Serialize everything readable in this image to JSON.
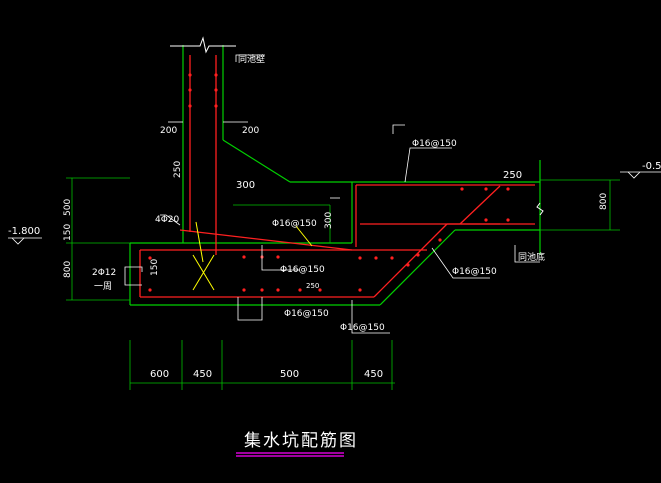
{
  "title": "集水坑配筋图",
  "colors": {
    "background": "#000000",
    "concrete": "#00d000",
    "rebar": "#ff2020",
    "dimension": "#00c000",
    "leader": "#ffffff",
    "hatch": "#ffff00",
    "title_underline": "#ff00ff"
  },
  "labels": {
    "wall_note": "同池壁",
    "bottom_note": "同池底",
    "stirrup": "4Φ20",
    "side_bar": "2Φ12",
    "side_bar_note": "一周",
    "rebar_top": "Φ16@150",
    "rebar_mid": "Φ16@150",
    "rebar_left": "Φ16@150",
    "rebar_right": "Φ16@150",
    "rebar_bottom1": "Φ16@150",
    "rebar_bottom2": "Φ16@150",
    "elev_left": "-1.800",
    "elev_right": "-0.5"
  },
  "dims": {
    "d200a": "200",
    "d200b": "200",
    "d250_wall": "250",
    "d300_top": "300",
    "d300_side": "300",
    "d250_top": "250",
    "d500_left": "500",
    "d150_left": "150",
    "d800_left": "800",
    "d150_inner": "150",
    "d250_small": "250",
    "d800_right": "800",
    "bottom": [
      "600",
      "450",
      "500",
      "450"
    ]
  }
}
